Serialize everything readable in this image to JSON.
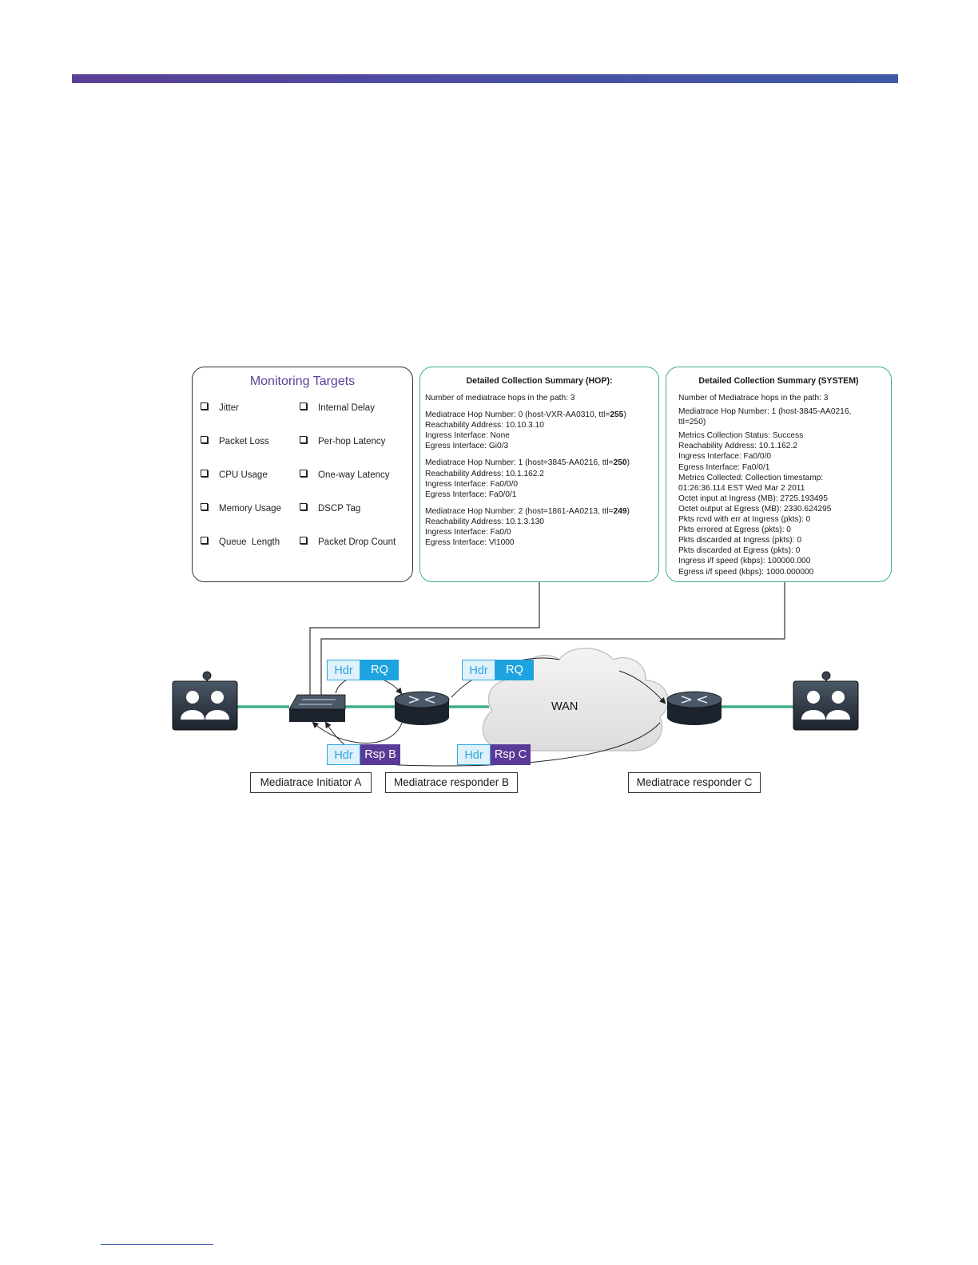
{
  "colors": {
    "brand_bar": "#4b4fa2",
    "accent_purple": "#5b3f96",
    "panel_border_green": "#3fae86",
    "link_green": "#3fae86",
    "hdr_blue": "#2ba6de",
    "rq_blue": "#1fa3e0",
    "rsp_purple": "#5b3a97"
  },
  "monitoring": {
    "title": "Monitoring Targets",
    "left_items": [
      "Jitter",
      "Packet Loss",
      "CPU Usage",
      "Memory Usage",
      "Queue  Length"
    ],
    "right_items": [
      "Internal Delay",
      "Per-hop Latency",
      "One-way Latency",
      "DSCP Tag",
      "Packet Drop Count"
    ]
  },
  "hop_summary": {
    "title": "Detailed Collection Summary (HOP):",
    "count_line": "Number of mediatrace hops in the path: 3",
    "hops": [
      {
        "header_prefix": "Mediatrace Hop Number: 0 (host-VXR-AA0310, ttl=",
        "ttl": "255",
        "header_suffix": ")",
        "reachability": "Reachability Address: 10.10.3.10",
        "ingress": "Ingress Interface: None",
        "egress": "Egress Interface: Gi0/3"
      },
      {
        "header_prefix": "Mediatrace Hop Number: 1 (host=3845-AA0216, ttl=",
        "ttl": "250",
        "header_suffix": ")",
        "reachability": "Reachability Address: 10.1.162.2",
        "ingress": "Ingress Interface: Fa0/0/0",
        "egress": "Egress Interface: Fa0/0/1"
      },
      {
        "header_prefix": "Mediatrace Hop Number: 2 (host=1861-AA0213, ttl=",
        "ttl": "249",
        "header_suffix": ")",
        "reachability": "Reachability Address: 10.1.3.130",
        "ingress": "Ingress Interface: Fa0/0",
        "egress": "Egress Interface: Vl1000"
      }
    ]
  },
  "system_summary": {
    "title": "Detailed Collection Summary (SYSTEM)",
    "count_line": "Number of Mediatrace hops in the path: 3",
    "hop_line_1": "Mediatrace Hop Number: 1 (host-3845-AA0216,",
    "hop_line_2": "ttl=250)",
    "metrics": [
      "Metrics Collection Status: Success",
      "Reachability Address: 10.1.162.2",
      "Ingress Interface: Fa0/0/0",
      "Egress Interface: Fa0/0/1",
      "Metrics Collected: Collection timestamp:",
      "01:26:36.114 EST Wed Mar 2 2011",
      "Octet input at Ingress (MB): 2725.193495",
      "Octet output at Egress (MB): 2330.624295",
      "Pkts rcvd with err at Ingress (pkts): 0",
      "Pkts errored at Egress (pkts): 0",
      "Pkts discarded at Ingress (pkts): 0",
      "Pkts discarded at Egress (pkts): 0",
      "Ingress i/f speed (kbps): 100000.000",
      "Egress i/f speed (kbps): 1000.000000"
    ]
  },
  "diagram": {
    "wan_label": "WAN",
    "packets": {
      "hdr": "Hdr",
      "rq": "RQ",
      "rsp_b": "Rsp B",
      "rsp_c": "Rsp C"
    },
    "labels": {
      "initiator": "Mediatrace Initiator A",
      "responder_b": "Mediatrace responder B",
      "responder_c": "Mediatrace responder C"
    },
    "icons": [
      "video-endpoint-icon",
      "switch-icon",
      "router-icon",
      "cloud-icon",
      "router-icon",
      "video-endpoint-icon"
    ]
  }
}
